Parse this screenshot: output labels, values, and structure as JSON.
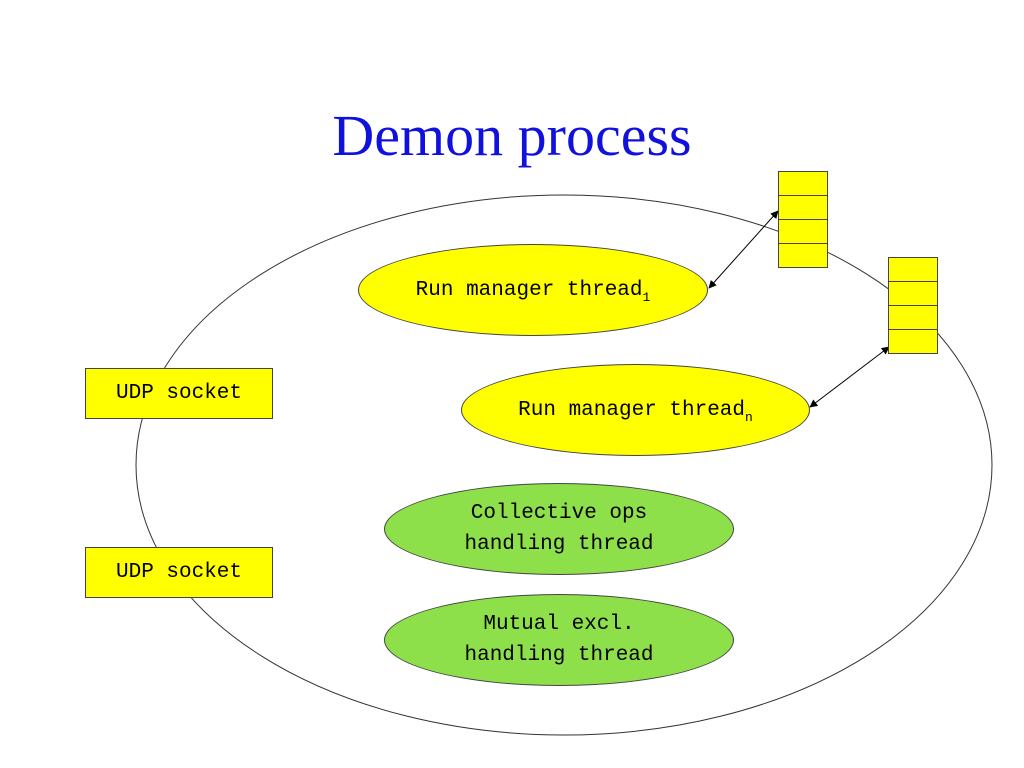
{
  "title": "Demon process",
  "threads": {
    "run_manager_1": {
      "label": "Run manager thread",
      "subscript": "1",
      "color": "#ffff00"
    },
    "run_manager_n": {
      "label": "Run manager thread",
      "subscript": "n",
      "color": "#ffff00"
    },
    "collective": {
      "line1": "Collective ops",
      "line2": "handling thread",
      "color": "#8ee04a"
    },
    "mutual": {
      "line1": "Mutual excl.",
      "line2": "handling thread",
      "color": "#8ee04a"
    }
  },
  "sockets": [
    {
      "label": "UDP socket"
    },
    {
      "label": "UDP socket"
    }
  ]
}
